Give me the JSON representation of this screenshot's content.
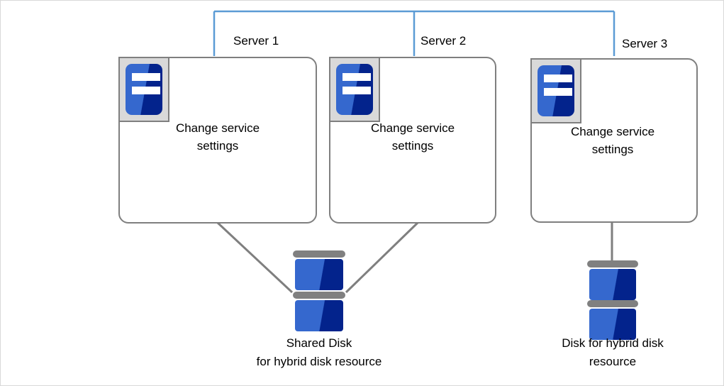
{
  "diagram": {
    "title": "Hybrid disk resource server and disk configuration",
    "colors": {
      "network_line": "#5b9bd5",
      "connector_line": "#7f7f7f",
      "box_border": "#7f7f7f",
      "icon_gray": "#d9d9d9",
      "disk_gray": "#808080",
      "blue_light": "#3568ce",
      "blue_dark": "#03238c",
      "page_border": "#d9d9d9",
      "background": "#ffffff",
      "text": "#000000"
    },
    "network": {
      "name": "interconnect-bracket",
      "style": "blue bracket linking Server 1, Server 2 and Server 3"
    },
    "servers": [
      {
        "id": "server-1",
        "label": "Server 1",
        "body_text": "Change\nservice\nsettings",
        "icon": "server-icon"
      },
      {
        "id": "server-2",
        "label": "Server 2",
        "body_text": "Change\nservice\nsettings",
        "icon": "server-icon"
      },
      {
        "id": "server-3",
        "label": "Server 3",
        "body_text": "Change\nservice\nsettings",
        "icon": "server-icon"
      }
    ],
    "disks": [
      {
        "id": "shared-disk",
        "caption": "Shared Disk\nfor hybrid disk resource",
        "icon": "disk-stack-icon",
        "connected_to": [
          "Server 1",
          "Server 2"
        ]
      },
      {
        "id": "hybrid-disk",
        "caption": "Disk for hybrid disk\nresource",
        "icon": "disk-stack-icon",
        "connected_to": [
          "Server 3"
        ]
      }
    ]
  }
}
